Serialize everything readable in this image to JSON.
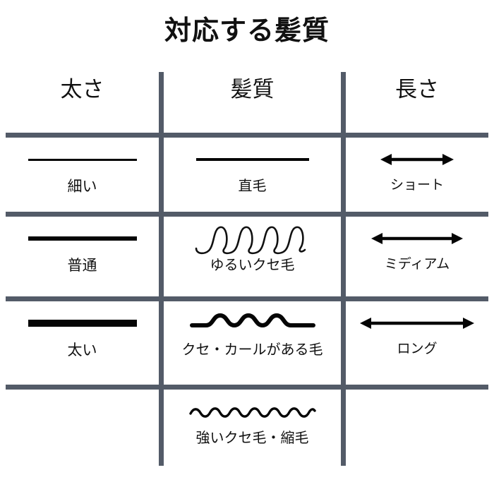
{
  "title": "対応する髪質",
  "colors": {
    "grid": "#535b68",
    "ink": "#111111",
    "glyph": "#050505",
    "background": "#ffffff"
  },
  "table": {
    "columns": [
      {
        "key": "thickness",
        "header": "太さ"
      },
      {
        "key": "texture",
        "header": "髪質"
      },
      {
        "key": "length",
        "header": "長さ"
      }
    ],
    "rows": [
      {
        "thickness": {
          "label": "細い",
          "icon": "thin-line-icon"
        },
        "texture": {
          "label": "直毛",
          "icon": "straight-line-icon"
        },
        "length": {
          "label": "ショート",
          "icon": "short-double-arrow-icon"
        }
      },
      {
        "thickness": {
          "label": "普通",
          "icon": "medium-line-icon"
        },
        "texture": {
          "label": "ゆるいクセ毛",
          "icon": "loose-curl-icon"
        },
        "length": {
          "label": "ミディアム",
          "icon": "medium-double-arrow-icon"
        }
      },
      {
        "thickness": {
          "label": "太い",
          "icon": "thick-line-icon"
        },
        "texture": {
          "label": "クセ・カールがある毛",
          "icon": "wavy-line-icon"
        },
        "length": {
          "label": "ロング",
          "icon": "long-double-arrow-icon"
        }
      },
      {
        "thickness": {
          "label": "",
          "icon": ""
        },
        "texture": {
          "label": "強いクセ毛・縮毛",
          "icon": "tight-zigzag-icon"
        },
        "length": {
          "label": "",
          "icon": ""
        }
      }
    ]
  },
  "chart_data": {
    "type": "table",
    "title": "対応する髪質",
    "categories": [
      "太さ",
      "髪質",
      "長さ"
    ],
    "series": [
      {
        "name": "太さ",
        "values": [
          "細い",
          "普通",
          "太い",
          ""
        ]
      },
      {
        "name": "髪質",
        "values": [
          "直毛",
          "ゆるいクセ毛",
          "クセ・カールがある毛",
          "強いクセ毛・縮毛"
        ]
      },
      {
        "name": "長さ",
        "values": [
          "ショート",
          "ミディアム",
          "ロング",
          ""
        ]
      }
    ],
    "xlabel": "",
    "ylabel": "",
    "grid": true,
    "legend": "none"
  }
}
